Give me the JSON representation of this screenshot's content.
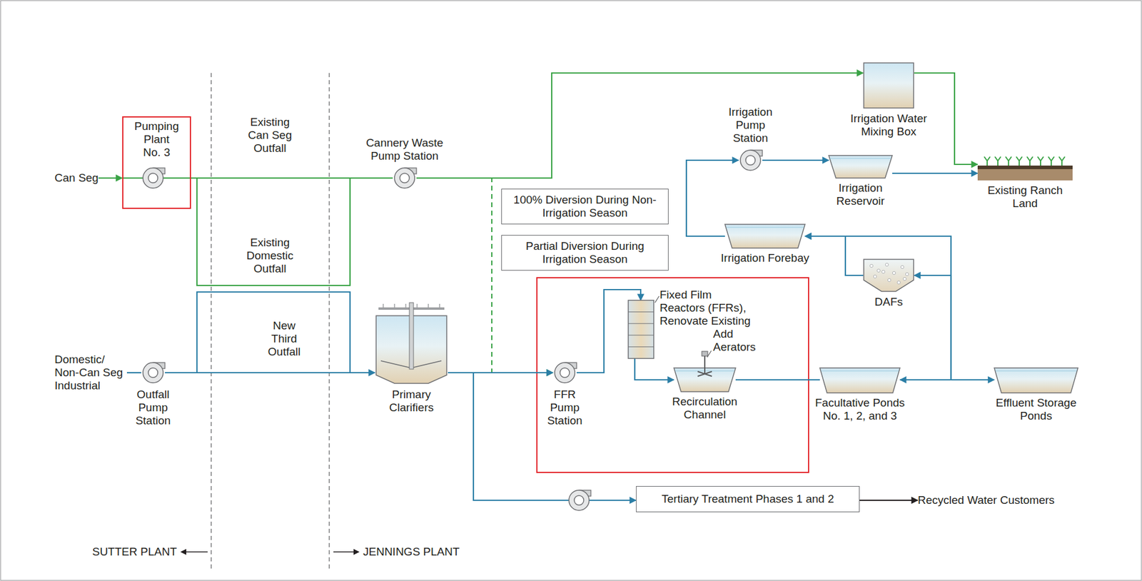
{
  "diagram": {
    "nodes": [
      {
        "text": [
          "Can Seg"
        ]
      },
      {
        "text": [
          "Pumping Plant No. 3"
        ]
      },
      {
        "text": [
          "Cannery Waste Pump Station"
        ]
      },
      {
        "text": [
          "Domestic/ Non-Can Seg Industrial"
        ]
      },
      {
        "text": [
          "Outfall Pump Station"
        ]
      },
      {
        "text": [
          "Primary Clarifiers"
        ]
      },
      {
        "text": [
          "Irrigation Water Mixing Box"
        ]
      },
      {
        "text": [
          "Irrigation Pump Station"
        ]
      },
      {
        "text": [
          "Irrigation Reservoir"
        ]
      },
      {
        "text": [
          "Existing Ranch Land"
        ]
      },
      {
        "text": [
          "Irrigation Forebay"
        ]
      },
      {
        "text": [
          "DAFs"
        ]
      },
      {
        "text": [
          "100% Diversion During Non-Irrigation Season"
        ]
      },
      {
        "text": [
          "Partial Diversion During Irrigation Season"
        ]
      },
      {
        "text": [
          "FFR Pump Station"
        ]
      },
      {
        "text": [
          "Fixed Film Reactors (FFRs), Renovate Existing"
        ]
      },
      {
        "text": [
          "Recirculation Channel"
        ]
      },
      {
        "text": [
          "Facultative Ponds No. 1, 2, and 3"
        ]
      },
      {
        "text": [
          "Effluent Storage Ponds"
        ]
      },
      {
        "text": [
          "Tertiary Treatment Phases 1 and 2"
        ]
      },
      {
        "text": [
          "Recycled Water Customers"
        ]
      }
    ],
    "edges": [
      {
        "from": 0,
        "to": 1,
        "arrow": "to"
      },
      {
        "from": 1,
        "to": 2,
        "label": "Existing Can Seg Outfall",
        "arrow": "none"
      },
      {
        "from": 1,
        "to": 2,
        "label": "Existing Domestic Outfall",
        "arrow": "none"
      },
      {
        "from": 3,
        "to": 4,
        "arrow": "none"
      },
      {
        "from": 4,
        "to": 5,
        "label": "New Third Outfall",
        "arrow": "to"
      },
      {
        "from": 4,
        "to": 5,
        "arrow": "none"
      },
      {
        "from": 2,
        "to": 6,
        "arrow": "to"
      },
      {
        "from": 2,
        "to": 14,
        "arrow": "to"
      },
      {
        "from": 5,
        "to": 14,
        "arrow": "to"
      },
      {
        "from": 5,
        "to": 19,
        "arrow": "to"
      },
      {
        "from": 19,
        "to": 20,
        "arrow": "to"
      },
      {
        "from": 14,
        "to": 15,
        "arrow": "to"
      },
      {
        "from": 15,
        "to": 16,
        "arrow": "to"
      },
      {
        "from": 16,
        "to": 17,
        "arrow": "none"
      },
      {
        "from": 17,
        "to": 18,
        "arrow": "both"
      },
      {
        "from": 17,
        "to": 11,
        "arrow": "to"
      },
      {
        "from": 17,
        "to": 10,
        "arrow": "to"
      },
      {
        "from": 11,
        "to": 10,
        "arrow": "to"
      },
      {
        "from": 10,
        "to": 7,
        "arrow": "to"
      },
      {
        "from": 7,
        "to": 8,
        "arrow": "to"
      },
      {
        "from": 8,
        "to": 9,
        "arrow": "to"
      },
      {
        "from": 6,
        "to": 9,
        "arrow": "to"
      }
    ],
    "labels": [
      "Add Aerators",
      "SUTTER PLANT",
      "JENNINGS PLANT"
    ]
  }
}
